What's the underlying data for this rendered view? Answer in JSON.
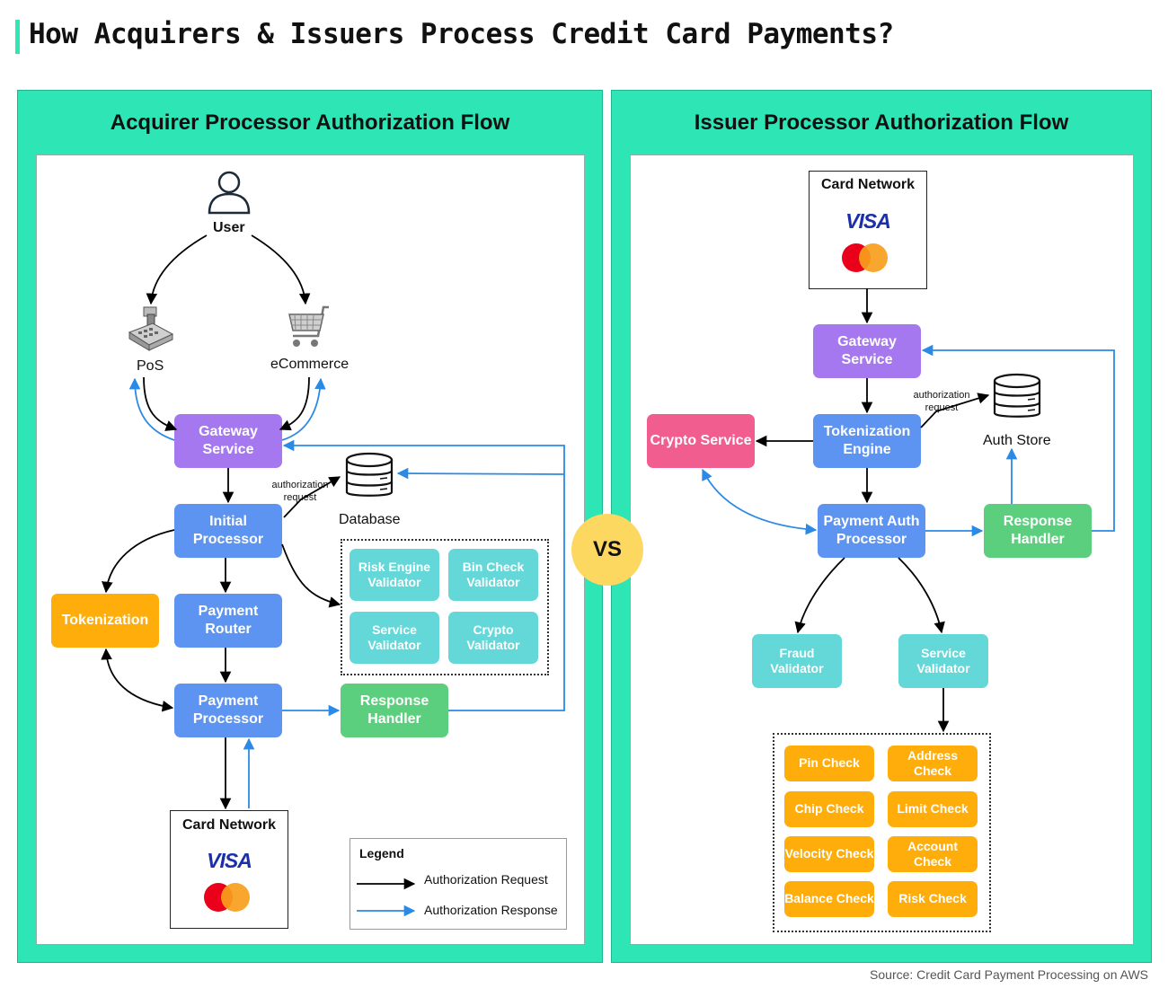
{
  "title": "How Acquirers & Issuers Process Credit Card Payments?",
  "vs": "VS",
  "source": "Source: Credit Card Payment Processing on AWS",
  "acquirer": {
    "panel_title": "Acquirer Processor Authorization Flow",
    "user": "User",
    "pos": "PoS",
    "ecommerce": "eCommerce",
    "gateway": "Gateway Service",
    "initial_processor": "Initial Processor",
    "tokenization": "Tokenization",
    "payment_router": "Payment Router",
    "payment_processor": "Payment Processor",
    "response_handler": "Response Handler",
    "database": "Database",
    "auth_request_note": "authorization request",
    "validators": [
      "Risk Engine Validator",
      "Bin Check Validator",
      "Service Validator",
      "Crypto Validator"
    ],
    "card_network": "Card Network",
    "visa": "VISA",
    "legend": {
      "title": "Legend",
      "request": "Authorization Request",
      "response": "Authorization Response",
      "request_color": "#000000",
      "response_color": "#2a8ae6"
    }
  },
  "issuer": {
    "panel_title": "Issuer Processor Authorization Flow",
    "card_network": "Card Network",
    "visa": "VISA",
    "gateway": "Gateway Service",
    "tokenization_engine": "Tokenization Engine",
    "crypto_service": "Crypto Service",
    "auth_store": "Auth Store",
    "auth_request_note": "authorization request",
    "payment_auth_processor": "Payment Auth Processor",
    "response_handler": "Response Handler",
    "fraud_validator": "Fraud Validator",
    "service_validator": "Service Validator",
    "checks": [
      "Pin Check",
      "Address Check",
      "Chip Check",
      "Limit Check",
      "Velocity Check",
      "Account Check",
      "Balance Check",
      "Risk Check"
    ]
  },
  "colors": {
    "panel": "#2de5b5",
    "purple": "#a678f0",
    "blue": "#5d94f2",
    "orange": "#ffad0a",
    "green": "#5ccf7e",
    "pink": "#f25d8f",
    "cyan": "#64d8d8",
    "vs": "#fdd860",
    "mastercard_red": "#eb001b",
    "mastercard_orange": "#f79e1b"
  }
}
